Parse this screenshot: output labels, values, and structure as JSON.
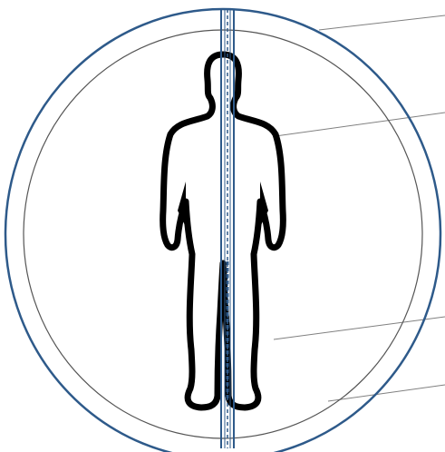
{
  "colors": {
    "background": "#ffffff",
    "outer_ring": "#2e5a8a",
    "inner_ring": "#555555",
    "figure_outline": "#000000",
    "figure_fill": "#ffffff",
    "midline": "#2e5a8a",
    "midline_dashes": "#2e5a8a",
    "leader_lines": "#808080"
  },
  "elements": {
    "outer_ring": "outer-ring",
    "inner_ring": "inner-ring",
    "figure": "human-figure-silhouette",
    "midline": "vertical-midline-band",
    "leader_lines": [
      "leader-line-1",
      "leader-line-2",
      "leader-line-3",
      "leader-line-4"
    ]
  }
}
